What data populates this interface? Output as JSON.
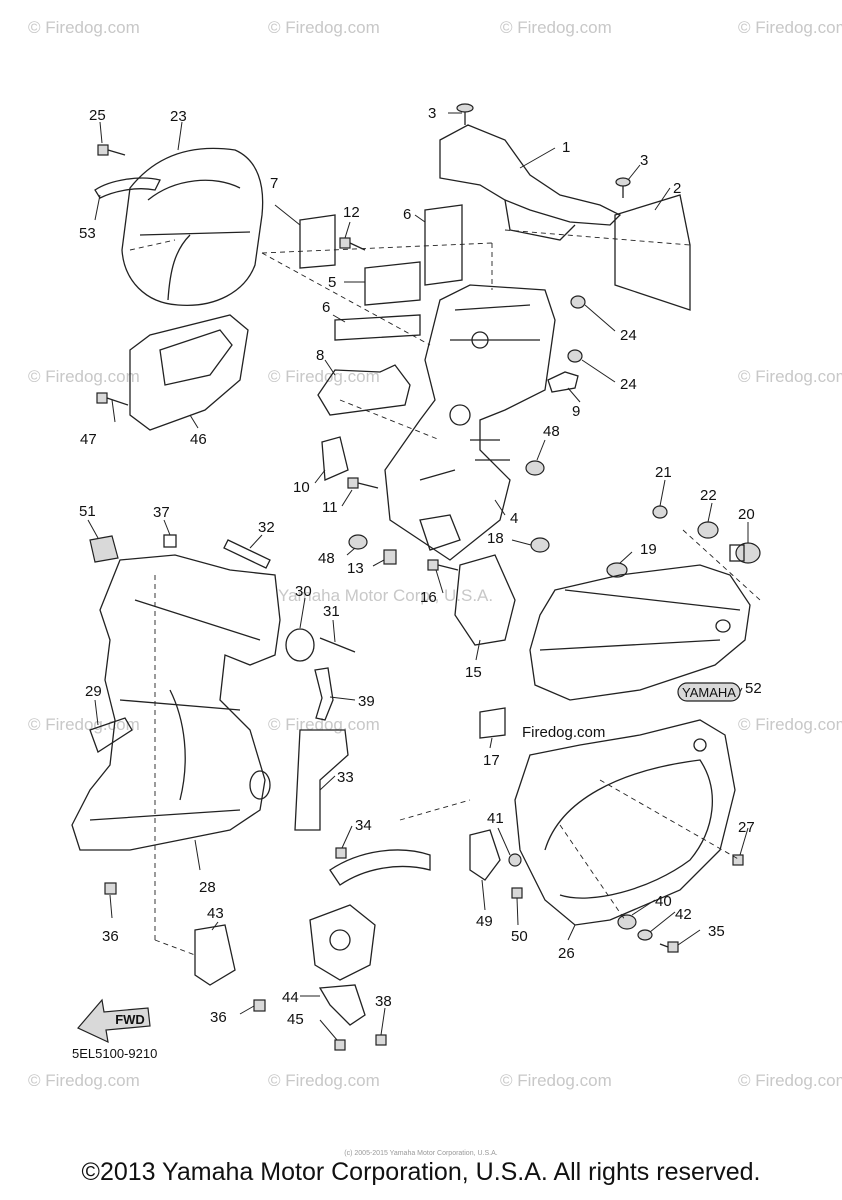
{
  "watermark": "© Firedog.com",
  "figure_code": "5EL5100-9210",
  "fwd_label": "FWD",
  "brand_badge": "YAMAHA",
  "yamaha_watermark": "Yamaha Motor Corp., U.S.A.",
  "firedog_inline": "Firedog.com",
  "small_credit": "(c) 2005-2015 Yamaha Motor Corporation, U.S.A.",
  "copyright": "©2013 Yamaha Motor Corporation, U.S.A. All rights reserved.",
  "callouts": [
    "1",
    "2",
    "3",
    "3",
    "4",
    "5",
    "6",
    "6",
    "7",
    "8",
    "9",
    "10",
    "11",
    "12",
    "13",
    "15",
    "16",
    "17",
    "18",
    "19",
    "20",
    "21",
    "22",
    "23",
    "24",
    "24",
    "25",
    "26",
    "27",
    "28",
    "29",
    "30",
    "31",
    "32",
    "33",
    "34",
    "35",
    "36",
    "36",
    "37",
    "38",
    "39",
    "40",
    "41",
    "42",
    "43",
    "44",
    "45",
    "46",
    "47",
    "48",
    "48",
    "49",
    "50",
    "51",
    "52",
    "53"
  ]
}
